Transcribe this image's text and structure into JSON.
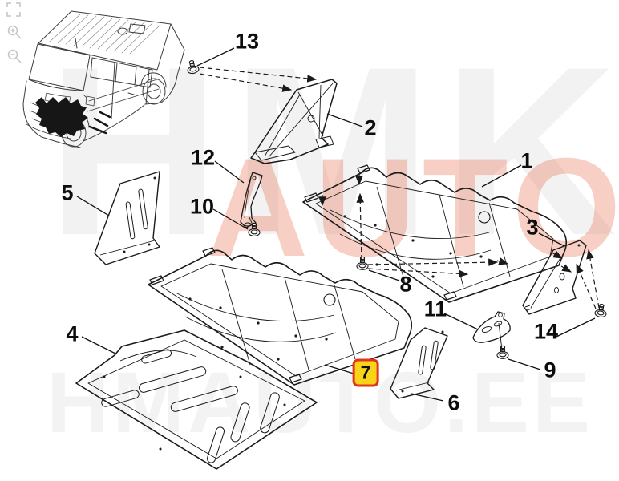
{
  "viewer_toolbar": {
    "icons": [
      {
        "name": "fit-to-screen-icon"
      },
      {
        "name": "zoom-in-icon"
      },
      {
        "name": "zoom-out-icon"
      }
    ]
  },
  "watermarks": {
    "top": "HMK",
    "middle": "AUTO",
    "bottom": "HMAUTO.EE"
  },
  "illustration": {
    "vehicle": "cargo-van-front-three-quarter-line-drawing"
  },
  "parts_diagram": {
    "selected_part": "7",
    "parts": [
      {
        "number": "1",
        "highlighted": false
      },
      {
        "number": "2",
        "highlighted": false
      },
      {
        "number": "3",
        "highlighted": false
      },
      {
        "number": "4",
        "highlighted": false
      },
      {
        "number": "5",
        "highlighted": false
      },
      {
        "number": "6",
        "highlighted": false
      },
      {
        "number": "7",
        "highlighted": true
      },
      {
        "number": "8",
        "highlighted": false
      },
      {
        "number": "9",
        "highlighted": false
      },
      {
        "number": "10",
        "highlighted": false
      },
      {
        "number": "11",
        "highlighted": false
      },
      {
        "number": "12",
        "highlighted": false
      },
      {
        "number": "13",
        "highlighted": false
      },
      {
        "number": "14",
        "highlighted": false
      }
    ]
  },
  "colors": {
    "line_art": "#1a1a1a",
    "selected_highlight_fill": "#f7d418",
    "selected_highlight_border": "#e2331e",
    "watermark_gray": "rgba(125,125,125,0.10)",
    "watermark_orange": "rgba(230,95,60,0.30)"
  }
}
